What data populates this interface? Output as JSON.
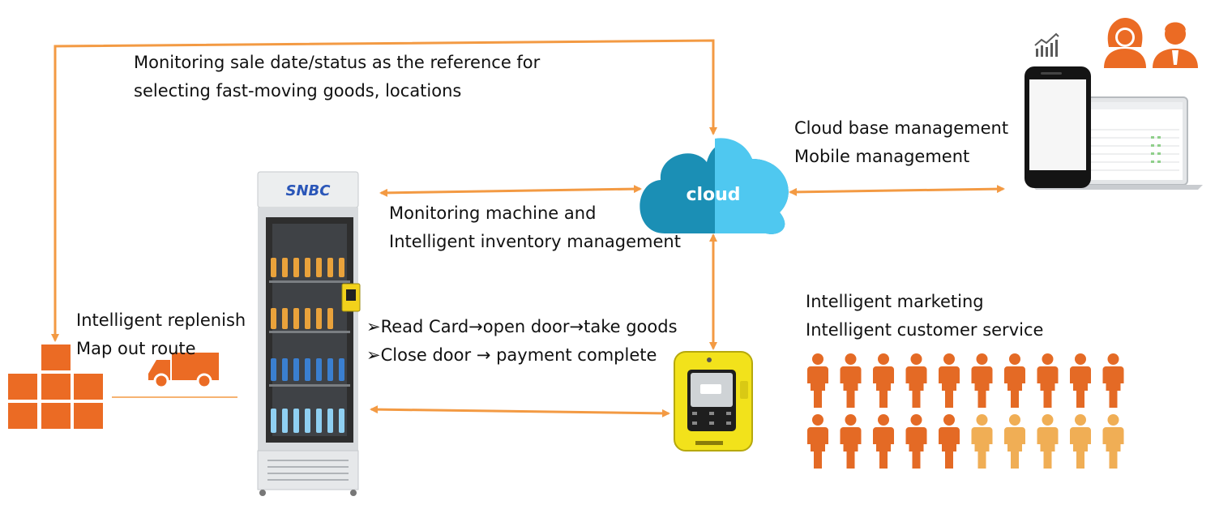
{
  "colors": {
    "accent": "#F39A43",
    "icon_orange": "#E46A25",
    "icon_light_orange": "#F0AE55",
    "cloud_dark": "#1B8FB5",
    "cloud_light": "#4FC8F0",
    "terminal_yellow": "#F2E21B"
  },
  "texts": {
    "monitoring_sales_1": "Monitoring sale date/status as the reference for",
    "monitoring_sales_2": "selecting fast-moving goods, locations",
    "cloud_mgmt_1": "Cloud base management",
    "cloud_mgmt_2": "Mobile management",
    "machine_mon_1": "Monitoring machine and",
    "machine_mon_2": "Intelligent inventory management",
    "replenish_1": "Intelligent replenish",
    "replenish_2": "Map out route",
    "flow_1": "➢Read Card→open door→take goods",
    "flow_2": "➢Close door → payment complete",
    "marketing_1": "Intelligent marketing",
    "marketing_2": "Intelligent customer service",
    "cloud_label": "cloud",
    "brand": "SNBC"
  },
  "icons": [
    "bar-chart-icon",
    "female-user-icon",
    "male-user-icon",
    "phone-icon",
    "laptop-icon",
    "truck-icon",
    "boxes-icon",
    "people-crowd-icon",
    "vending-machine",
    "payment-terminal",
    "cloud-icon"
  ]
}
